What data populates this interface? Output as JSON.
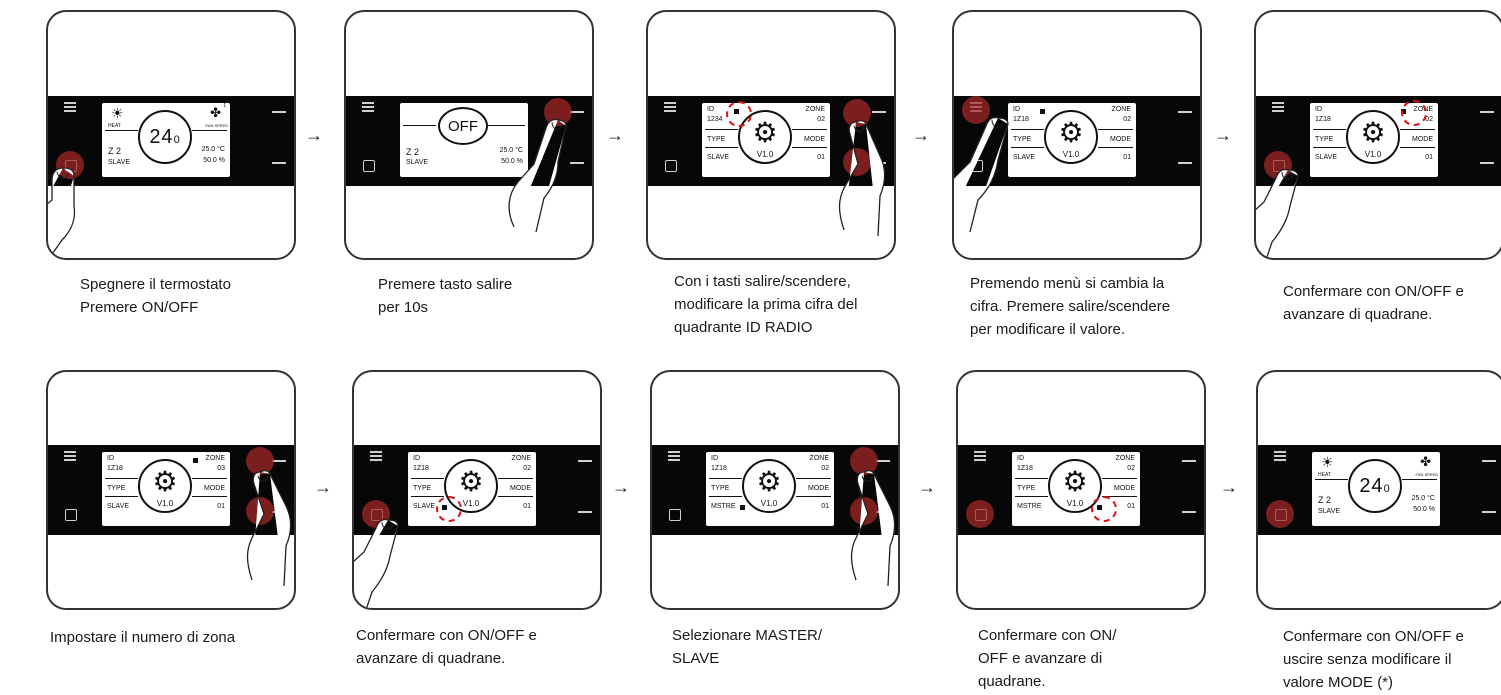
{
  "row1": [
    {
      "caption": [
        "Spegnere il termostato",
        "Premere ON/OFF"
      ]
    },
    {
      "caption": [
        "Premere tasto salire",
        "per 10s"
      ]
    },
    {
      "caption": [
        "Con i tasti  salire/scendere,",
        "modificare la prima cifra del",
        "quadrante ID RADIO"
      ]
    },
    {
      "caption": [
        "Premendo menù si cambia la",
        "cifra. Premere salire/scendere",
        "per modificare il valore."
      ]
    },
    {
      "caption": [
        "Confermare con  ON/OFF e",
        "avanzare di quadrane."
      ]
    }
  ],
  "row2": [
    {
      "caption": [
        "Impostare il numero di zona"
      ]
    },
    {
      "caption": [
        "Confermare con  ON/OFF e",
        "avanzare di quadrane."
      ]
    },
    {
      "caption": [
        "Selezionare  MASTER/",
        "SLAVE"
      ]
    },
    {
      "caption": [
        "Confermare con  ON/",
        "OFF e avanzare di",
        "quadrane."
      ]
    },
    {
      "caption": [
        "Confermare con ON/OFF e",
        "uscire senza modificare il",
        "valore MODE (*)"
      ]
    }
  ],
  "display": {
    "temp_main": "24",
    "temp_dec": "0",
    "heat": "HEAT",
    "fan_speed": "FAN SPEED",
    "fan_level": "1",
    "zone_short": "Z 2",
    "slave": "SLAVE",
    "setpoint": "25.0 °C",
    "humidity": "50.0 %",
    "off": "OFF",
    "id": "ID",
    "zone": "ZONE",
    "type": "TYPE",
    "mode": "MODE",
    "version": "V1.0",
    "mode_value": "01",
    "id_initial": "1234",
    "id_edited": "1Z18",
    "zone_02": "02",
    "zone_03": "03",
    "master": "MSTRE"
  },
  "arrow_glyph": "→",
  "colors": {
    "press_highlight": "#a82828",
    "selection_dashes": "#dd1111"
  }
}
